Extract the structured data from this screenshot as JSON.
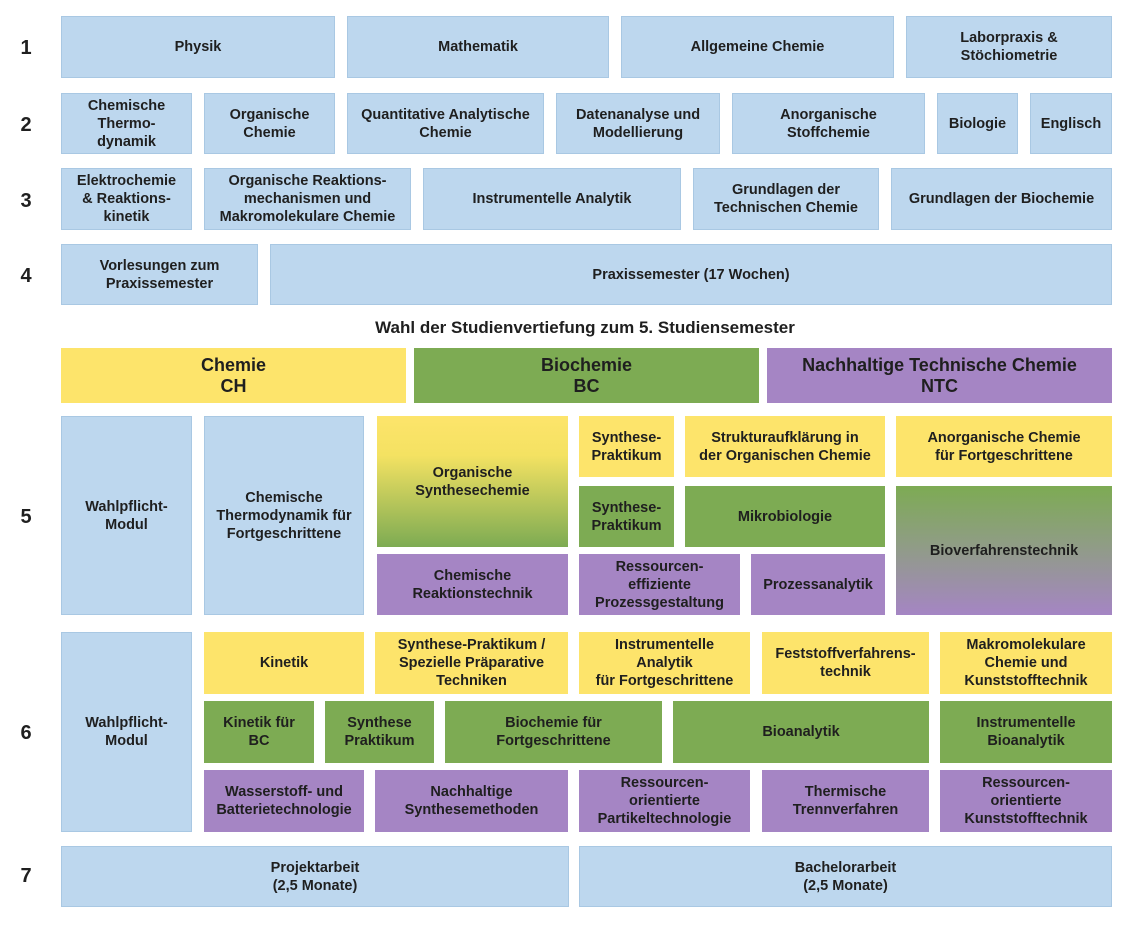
{
  "row_numbers": [
    "1",
    "2",
    "3",
    "4",
    "5",
    "6",
    "7"
  ],
  "colors": {
    "basic": "#bdd7ee",
    "chemie": "#fde46b",
    "biochemie": "#7dab53",
    "ntc": "#a585c4"
  },
  "sem1": [
    "Physik",
    "Mathematik",
    "Allgemeine Chemie",
    "Laborpraxis &\nStöchiometrie"
  ],
  "sem2": [
    "Chemische\nThermo-\ndynamik",
    "Organische\nChemie",
    "Quantitative Analytische\nChemie",
    "Datenanalyse und\nModellierung",
    "Anorganische\nStoffchemie",
    "Biologie",
    "Englisch"
  ],
  "sem3": [
    "Elektrochemie\n&  Reaktions-\nkinetik",
    "Organische Reaktions-\nmechanismen und\nMakromolekulare Chemie",
    "Instrumentelle Analytik",
    "Grundlagen der\nTechnischen Chemie",
    "Grundlagen der Biochemie"
  ],
  "sem4": [
    "Vorlesungen zum\nPraxissemester",
    "Praxissemester (17 Wochen)"
  ],
  "specialization_heading": "Wahl der Studienvertiefung zum 5. Studiensemester",
  "tracks": {
    "ch": "Chemie\nCH",
    "bc": "Biochemie\nBC",
    "ntc": "Nachhaltige Technische Chemie\nNTC"
  },
  "sem5": {
    "wahlpflicht": "Wahlpflicht-\nModul",
    "thermo": "Chemische\nThermodynamik für\nFortgeschrittene",
    "org_synthese": "Organische\nSynthesechemie",
    "synthese_ch": "Synthese-\nPraktikum",
    "struktur": "Strukturaufklärung in\nder Organischen Chemie",
    "anorganisch": "Anorganische Chemie\nfür Fortgeschrittene",
    "synthese_bc": "Synthese-\nPraktikum",
    "mikrobio": "Mikrobiologie",
    "bioverfahren": "Bioverfahrenstechnik",
    "reaktionstechnik": "Chemische\nReaktionstechnik",
    "ressourcen": "Ressourcen-\neffiziente\nProzessgestaltung",
    "prozessanalytik": "Prozessanalytik"
  },
  "sem6": {
    "wahlpflicht": "Wahlpflicht-\nModul",
    "yellow": [
      "Kinetik",
      "Synthese-Praktikum /\nSpezielle Präparative\nTechniken",
      "Instrumentelle\nAnalytik\nfür Fortgeschrittene",
      "Feststoffverfahrens-\ntechnik",
      "Makromolekulare\nChemie und\nKunststofftechnik"
    ],
    "green": [
      "Kinetik für\nBC",
      "Synthese\nPraktikum",
      "Biochemie für\nFortgeschrittene",
      "Bioanalytik",
      "Instrumentelle\nBioanalytik"
    ],
    "purple": [
      "Wasserstoff- und\nBatterietechnologie",
      "Nachhaltige\nSynthesemethoden",
      "Ressourcen-\norientierte\nPartikeltechnologie",
      "Thermische\nTrennverfahren",
      "Ressourcen-\norientierte\nKunststofftechnik"
    ]
  },
  "sem7": [
    "Projektarbeit\n(2,5 Monate)",
    "Bachelorarbeit\n(2,5 Monate)"
  ]
}
